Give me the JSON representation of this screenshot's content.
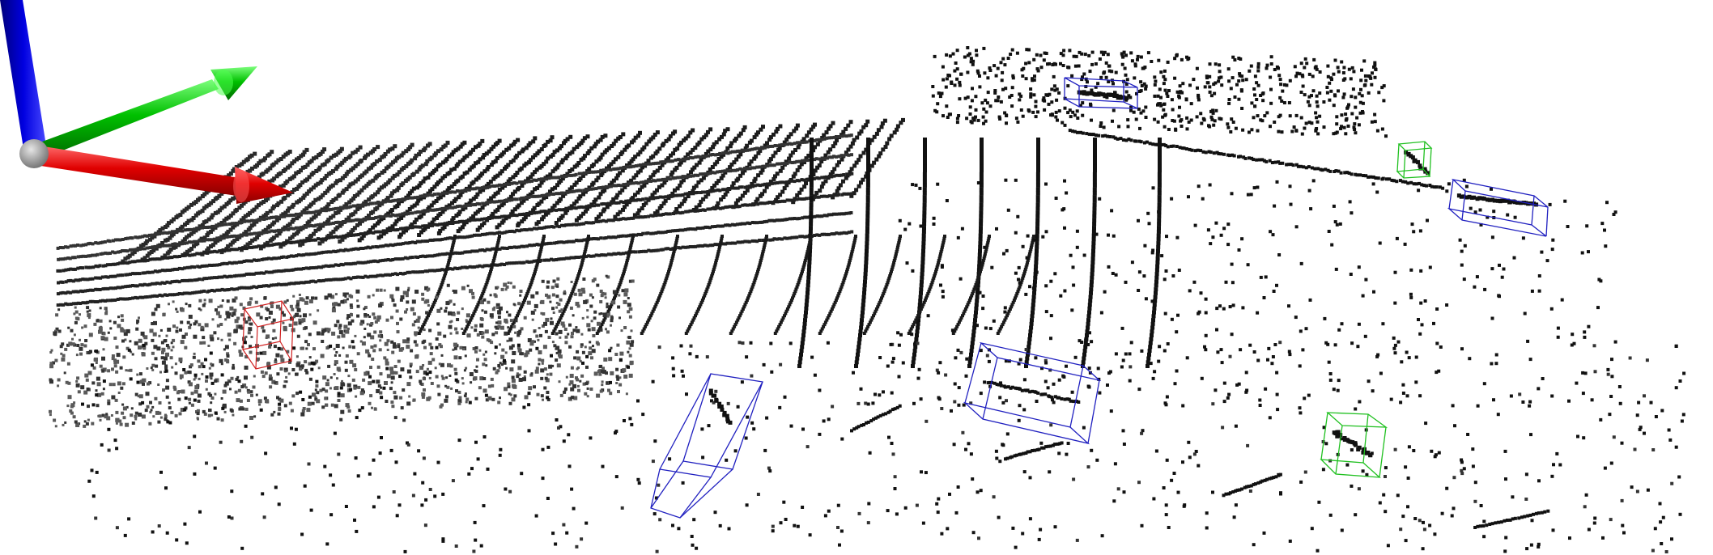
{
  "scene": {
    "background_color": "#ffffff",
    "point_color": "#111111",
    "point_color_near": "#5a5a5a"
  },
  "axes": {
    "x_axis": {
      "color": "#e00000",
      "name": "x-axis-arrow"
    },
    "y_axis": {
      "color": "#00c000",
      "name": "y-axis-arrow"
    },
    "z_axis": {
      "color": "#0000d8",
      "name": "z-axis-arrow"
    },
    "origin": {
      "color": "#9a9a9a",
      "name": "origin-sphere"
    }
  },
  "boxes": [
    {
      "name": "bbox-car-far",
      "class_color": "#2020c0"
    },
    {
      "name": "bbox-car-right",
      "class_color": "#2020c0"
    },
    {
      "name": "bbox-car-center",
      "class_color": "#2020c0"
    },
    {
      "name": "bbox-car-near",
      "class_color": "#2020c0"
    },
    {
      "name": "bbox-pedestrian-far",
      "class_color": "#20c020"
    },
    {
      "name": "bbox-pedestrian-near",
      "class_color": "#20c020"
    },
    {
      "name": "bbox-cyclist",
      "class_color": "#d02020"
    }
  ]
}
